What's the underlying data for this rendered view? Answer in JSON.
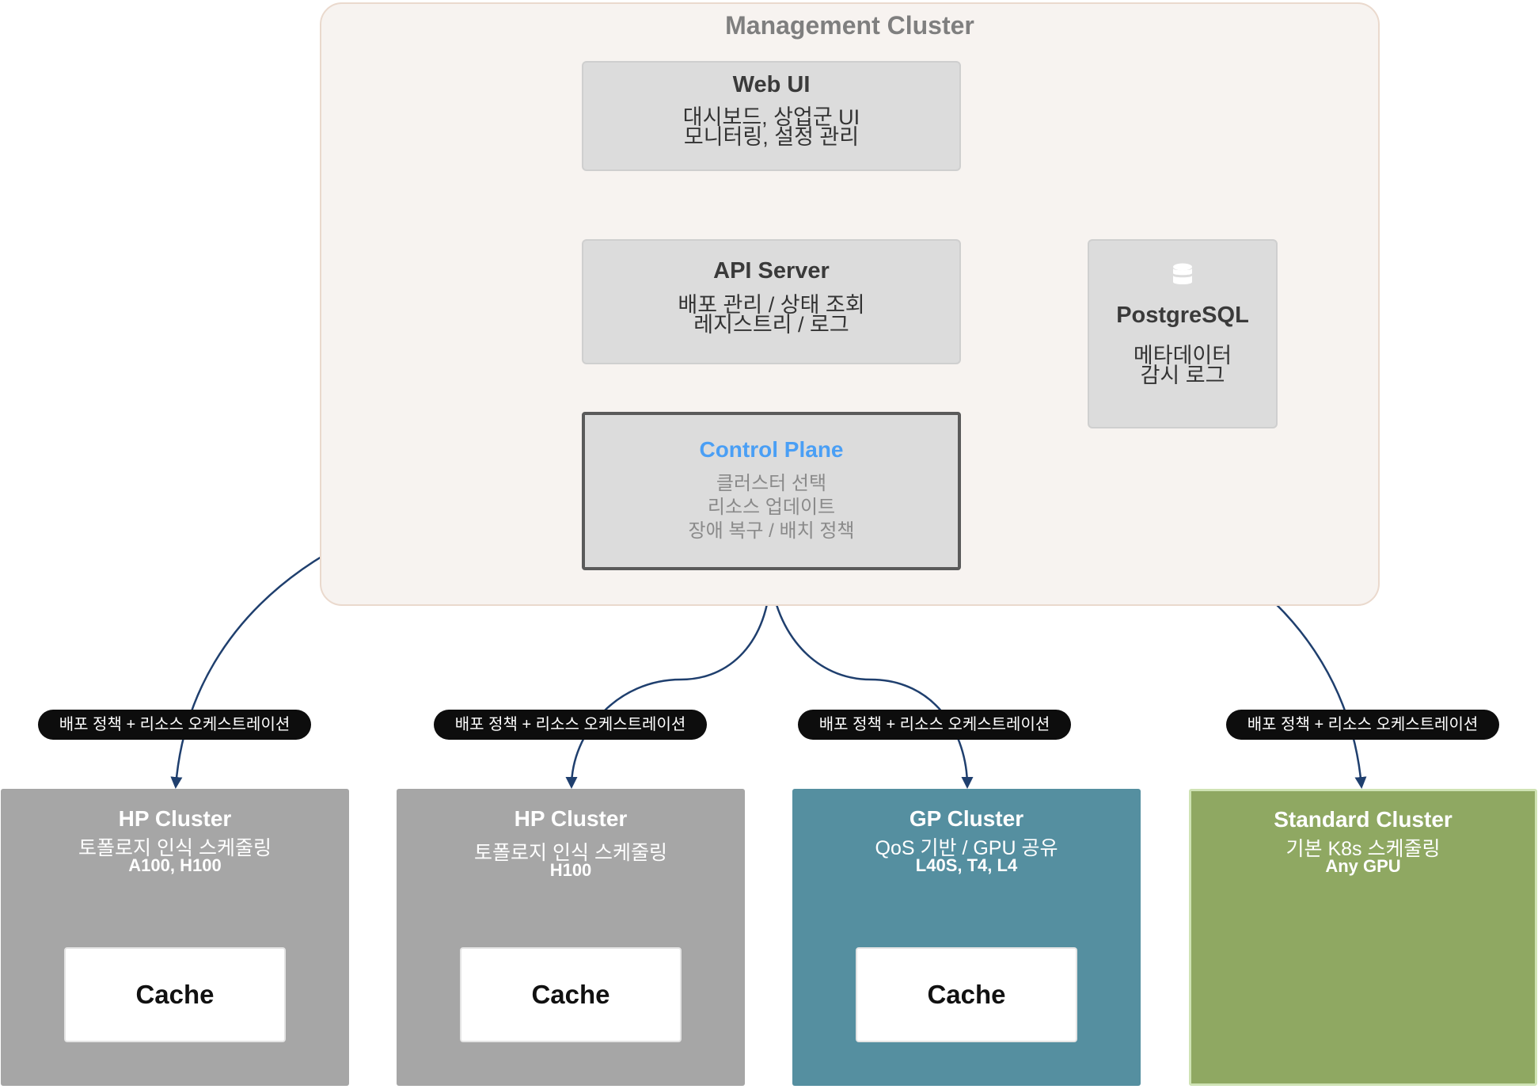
{
  "management": {
    "title": "Management Cluster",
    "web_ui": {
      "title": "Web UI",
      "line1": "대시보드, 상업군 UI",
      "line2": "모니터링, 설정 관리"
    },
    "api_server": {
      "title": "API Server",
      "line1": "배포 관리 / 상태 조회",
      "line2": "레지스트리 / 로그"
    },
    "postgres": {
      "title": "PostgreSQL",
      "line1": "메타데이터",
      "line2": "감시 로그",
      "icon": "database-icon"
    },
    "control_plane": {
      "title": "Control Plane",
      "line1": "클러스터 선택",
      "line2": "리소스 업데이트",
      "line3": "장애 복구 / 배치 정책"
    }
  },
  "edge_labels": [
    "배포 정책 + 리소스 오케스트레이션",
    "배포 정책 + 리소스 오케스트레이션",
    "배포 정책 + 리소스 오케스트레이션",
    "배포 정책 + 리소스 오케스트레이션"
  ],
  "clusters": [
    {
      "title": "HP Cluster",
      "desc": "토폴로지 인식 스케줄링",
      "gpu": "A100, H100",
      "cache": "Cache",
      "color": "#a6a6a6"
    },
    {
      "title": "HP Cluster",
      "desc": "토폴로지 인식 스케줄링",
      "gpu": "H100",
      "cache": "Cache",
      "color": "#a6a6a6"
    },
    {
      "title": "GP Cluster",
      "desc": "QoS 기반 / GPU 공유",
      "gpu": "L40S, T4, L4",
      "cache": "Cache",
      "color": "#558fa0"
    },
    {
      "title": "Standard Cluster",
      "desc": "기본 K8s 스케줄링",
      "gpu": "Any GPU",
      "cache": "",
      "color": "#8fa862"
    }
  ],
  "colors": {
    "edge": "#1f3f6e",
    "management_bg": "#f7f3f0",
    "control_plane_title": "#4a9ff5"
  }
}
